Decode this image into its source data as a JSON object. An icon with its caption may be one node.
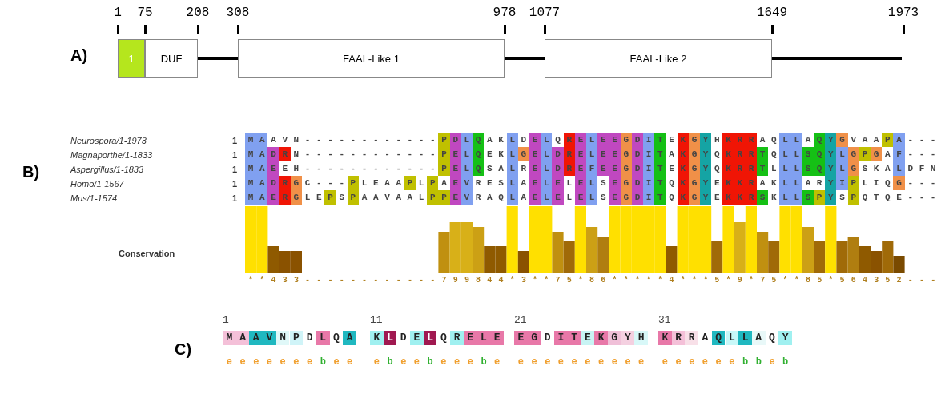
{
  "diagram": {
    "nodes": [
      {
        "text": [
          "1"
        ],
        "beside": [
          "1",
          "75"
        ]
      },
      {
        "text": [
          "DUF"
        ],
        "beside": [
          "208"
        ]
      },
      {
        "text": [
          "FAAL-Like 1"
        ],
        "beside": [
          "308",
          "978"
        ]
      },
      {
        "text": [
          "FAAL-Like 2"
        ],
        "beside": [
          "1077",
          "1649"
        ]
      }
    ],
    "labels": [
      "1973",
      "A)",
      "B)",
      "Neurospora/1-1973",
      "Magnaporthe/1-1833",
      "Aspergillus/1-1833",
      "Homo/1-1567",
      "Mus/1-1574",
      "1",
      "1",
      "1",
      "1",
      "1",
      "MAAVN------------PDLQAKLDELQRELEEGDITEKGYHKRRAQLLAQYGVAAPA---",
      "MADRN------------PELQEKLGELDRELEEGDITAKGYQKRRTQLLSQYLGPGAF---",
      "MAEEH------------PELQSALRELDREFEEGDITEKGYQKRRTLLLSQYLGSKALDFN",
      "MADRGC---PLEAAPLPAEVRESLAELELELSEGDITQKGYEKKRAKLLARYIPLIQG---",
      "MAERGLEPSPAAVAALPPEVRAQLAELELELSEGDITQKGYEKKRSKLLSPYSPQTQE---",
      "Conservation",
      "**433------------799844*3**75*86*****4***5*9*75**85*564352---",
      "C)",
      "1",
      "11",
      "21",
      "31",
      "MAAVNPDLQA",
      "KLDELQRELE",
      "EGDITEKGYH",
      "KRRAQLLAQY",
      "eeeeeeebee",
      "ebeebeeebe",
      "eeeeeeeeee",
      "eeeeeebbeb"
    ]
  }
}
